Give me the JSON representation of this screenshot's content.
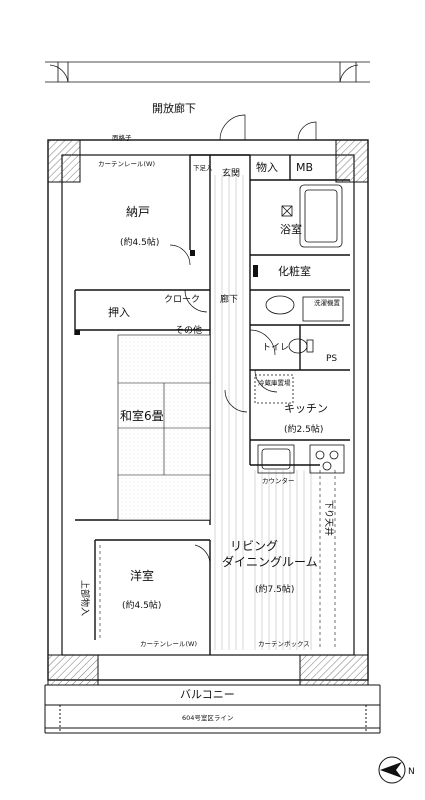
{
  "labels": {
    "corridor": "開放廊下",
    "planter": "面格子",
    "curtain_rail_top": "カーテンレール(W)",
    "shoe_box": "下足入",
    "entrance": "玄関",
    "storage": "物入",
    "mb": "MB",
    "storeroom": "納戸",
    "storeroom_size": "(約4.5帖)",
    "bath": "浴室",
    "powder": "化粧室",
    "closet": "押入",
    "cloak": "クローク",
    "hall": "廊下",
    "laundry": "洗濯機置",
    "ps": "PS",
    "toilet": "トイレ",
    "other": "その他",
    "fridge": "冷蔵庫置場",
    "kitchen": "キッチン",
    "kitchen_size": "(約2.5帖)",
    "washitsu": "和室6畳",
    "counter": "カウンター",
    "ceiling_note": "下り天井",
    "living": "リビング",
    "dining": "ダイニングルーム",
    "living_size": "(約7.5帖)",
    "upper_storage": "上部物入",
    "western": "洋室",
    "western_size": "(約4.5帖)",
    "curtain_rail_bottom": "カーテンレール(W)",
    "curtain_box": "カーテンボックス",
    "balcony": "バルコニー",
    "balcony_note": "604号室区ライン",
    "north_marker": "N"
  }
}
